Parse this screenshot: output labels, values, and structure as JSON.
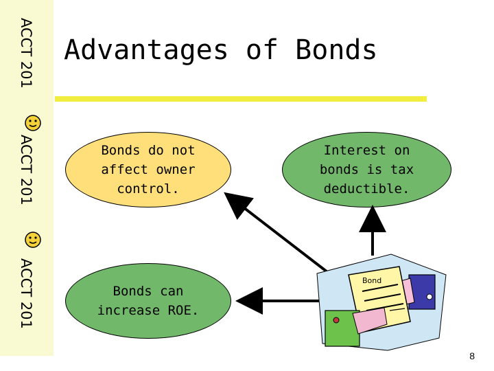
{
  "sidebar": {
    "labels": [
      "ACCT 201",
      "ACCT 201",
      "ACCT 201"
    ],
    "icon": "smiley-face-icon",
    "color": "#fafad2"
  },
  "slide": {
    "title": "Advantages of Bonds",
    "accent_color": "#f2ed3e"
  },
  "bubbles": {
    "owner_control": "Bonds do not\naffect owner\ncontrol.",
    "tax": "Interest on\nbonds is tax\ndeductible.",
    "roe": "Bonds can\nincrease ROE."
  },
  "clipart": {
    "document_label": "Bond",
    "icon": "bond-handshake-icon"
  },
  "page_number": "8"
}
